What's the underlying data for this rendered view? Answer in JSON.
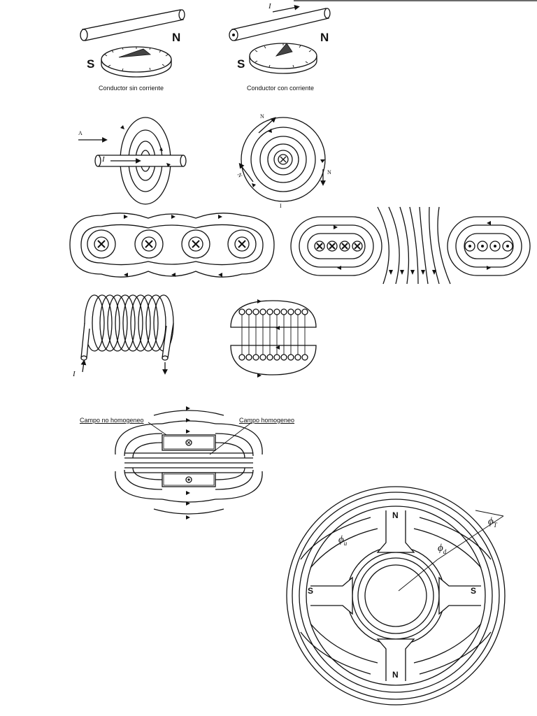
{
  "figure1": {
    "left_caption": "Conductor sin corriente",
    "right_caption": "Conductor con corriente",
    "current_label": "I",
    "pole_s": "S",
    "pole_n": "N"
  },
  "figure2": {
    "arrow_label": "A",
    "current_label": "I",
    "compass_n": "N",
    "bottom_mark": "I"
  },
  "figure4": {
    "current_label": "I"
  },
  "figure5": {
    "label_left": "Campo no homogeneo",
    "label_right": "Campo homogeneo"
  },
  "motor": {
    "pole_top": "N",
    "pole_bottom": "N",
    "pole_left": "S",
    "pole_right": "S",
    "flux_u": "ϕ",
    "flux_u_sub": "u",
    "flux_d": "ϕ",
    "flux_d_sub": "d",
    "flux_t": "ϕ",
    "flux_t_sub": "T"
  }
}
